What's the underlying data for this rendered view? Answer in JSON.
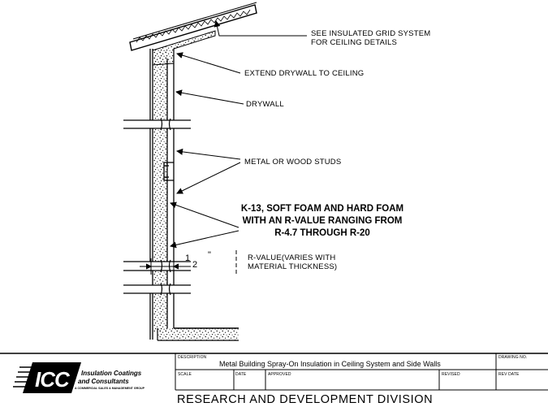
{
  "callouts": {
    "grid_line1": "SEE INSULATED GRID SYSTEM",
    "grid_line2": "FOR CEILING DETAILS",
    "extend": "EXTEND DRYWALL TO CEILING",
    "drywall": "DRYWALL",
    "studs": "METAL OR WOOD STUDS",
    "foam_line1": "K-13, SOFT FOAM AND HARD FOAM",
    "foam_line2": "WITH AN R-VALUE RANGING FROM",
    "foam_line3": "R-4.7 THROUGH R-20",
    "rvalue_line1": "R-VALUE(VARIES WITH",
    "rvalue_line2": "MATERIAL THICKNESS)"
  },
  "dimension": {
    "numerator": "1",
    "denominator": "2",
    "unit": "\""
  },
  "title_block": {
    "description_label": "DESCRIPTION",
    "description": "Metal Building Spray-On Insulation in Ceiling System and Side Walls",
    "drawing_no_label": "DRAWING NO.",
    "scale_label": "SCALE",
    "date_label": "DATE",
    "approved_label": "APPROVED",
    "revised_label": "REVISED",
    "rev_date_label": "REV DATE",
    "division": "RESEARCH AND DEVELOPMENT DIVISION"
  },
  "logo": {
    "mark": "ICC",
    "line1": "Insulation Coatings",
    "line2": "and Consultants",
    "line3": "A COMMERCIAL SALES & MANAGEMENT GROUP"
  }
}
